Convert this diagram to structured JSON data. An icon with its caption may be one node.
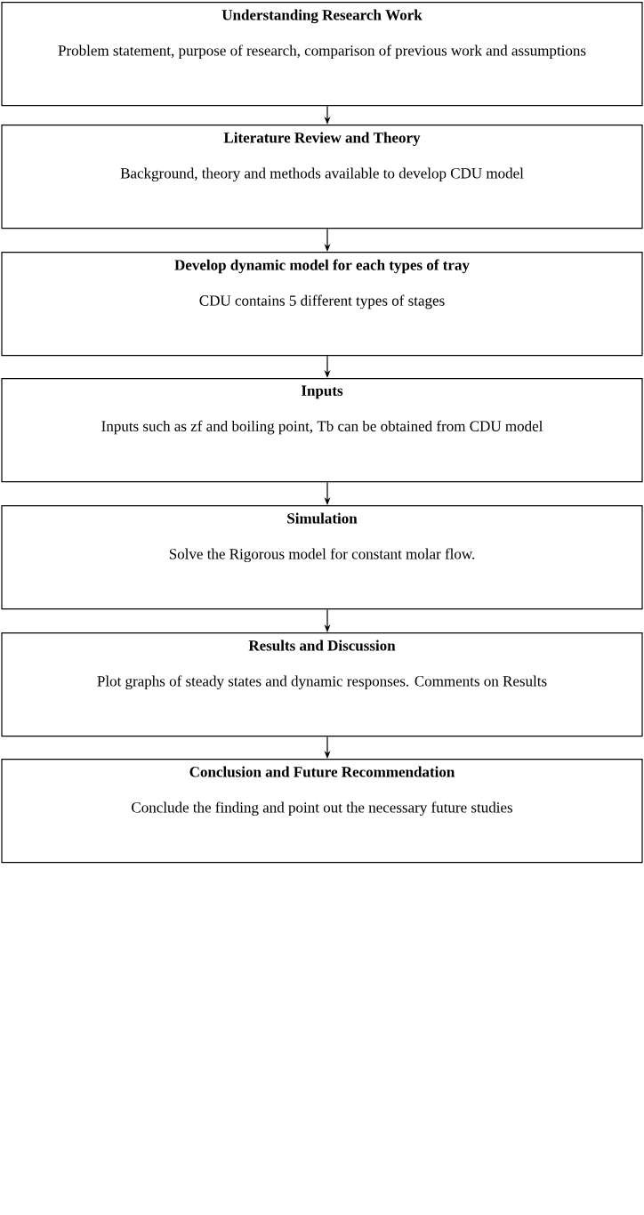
{
  "diagram": {
    "nodes": [
      {
        "text": [
          "Understanding Research Work",
          "Problem statement, purpose of research, comparison of previous work and assumptions"
        ]
      },
      {
        "text": [
          "Literature Review and Theory",
          "Background, theory and methods available to develop CDU model"
        ]
      },
      {
        "text": [
          "Develop dynamic model for each types of tray",
          "CDU contains 5 different types of stages"
        ]
      },
      {
        "text": [
          "Inputs",
          "Inputs such as zf and boiling point, Tb can be obtained from CDU model"
        ]
      },
      {
        "text": [
          "Simulation",
          "Solve the Rigorous model for constant molar flow."
        ]
      },
      {
        "text": [
          "Results and Discussion",
          "Plot graphs of steady states and dynamic responses. Comments on Results"
        ]
      },
      {
        "text": [
          "Conclusion and Future Recommendation",
          "Conclude the finding and point out the necessary future studies"
        ]
      }
    ],
    "edges": [
      {
        "from": 0,
        "to": 1,
        "arrow": "to"
      },
      {
        "from": 1,
        "to": 2,
        "arrow": "to"
      },
      {
        "from": 2,
        "to": 3,
        "arrow": "to"
      },
      {
        "from": 3,
        "to": 4,
        "arrow": "to"
      },
      {
        "from": 4,
        "to": 5,
        "arrow": "to"
      },
      {
        "from": 5,
        "to": 6,
        "arrow": "to"
      }
    ]
  }
}
